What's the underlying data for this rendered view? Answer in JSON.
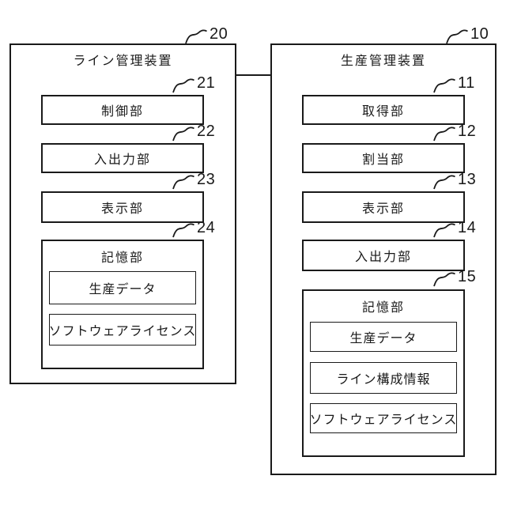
{
  "colors": {
    "line": "#1a1a1a",
    "background": "#ffffff"
  },
  "connector": {
    "between": [
      "20",
      "10"
    ]
  },
  "devices": [
    {
      "ref": "20",
      "title": "ライン管理装置",
      "blocks": [
        {
          "ref": "21",
          "label": "制御部"
        },
        {
          "ref": "22",
          "label": "入出力部"
        },
        {
          "ref": "23",
          "label": "表示部"
        },
        {
          "ref": "24",
          "label": "記憶部",
          "children": [
            {
              "label": "生産データ"
            },
            {
              "label": "ソフトウェアライセンス"
            }
          ]
        }
      ]
    },
    {
      "ref": "10",
      "title": "生産管理装置",
      "blocks": [
        {
          "ref": "11",
          "label": "取得部"
        },
        {
          "ref": "12",
          "label": "割当部"
        },
        {
          "ref": "13",
          "label": "表示部"
        },
        {
          "ref": "14",
          "label": "入出力部"
        },
        {
          "ref": "15",
          "label": "記憶部",
          "children": [
            {
              "label": "生産データ"
            },
            {
              "label": "ライン構成情報"
            },
            {
              "label": "ソフトウェアライセンス"
            }
          ]
        }
      ]
    }
  ]
}
